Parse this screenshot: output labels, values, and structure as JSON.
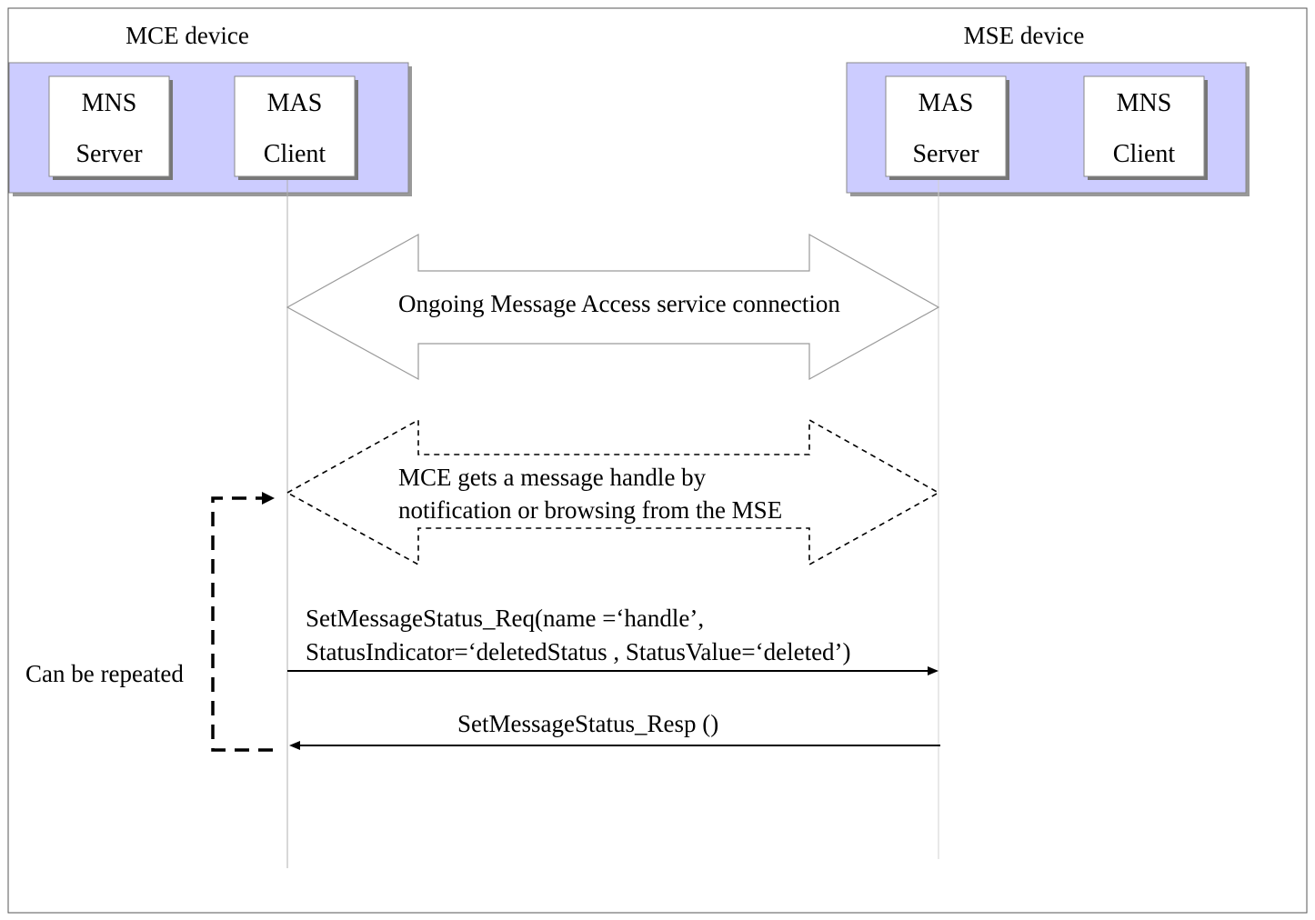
{
  "devices": {
    "left": {
      "title": "MCE device",
      "entities": [
        {
          "line1": "MNS",
          "line2": "Server"
        },
        {
          "line1": "MAS",
          "line2": "Client"
        }
      ]
    },
    "right": {
      "title": "MSE device",
      "entities": [
        {
          "line1": "MAS",
          "line2": "Server"
        },
        {
          "line1": "MNS",
          "line2": "Client"
        }
      ]
    }
  },
  "phases": {
    "connection": "Ongoing Message Access service connection",
    "handle_line1": "MCE gets a message handle by",
    "handle_line2": "notification or browsing from the MSE"
  },
  "messages": {
    "request_line1": "SetMessageStatus_Req(name =‘handle’,",
    "request_line2": "StatusIndicator=‘deletedStatus , StatusValue=‘deleted’)",
    "response": "SetMessageStatus_Resp ()"
  },
  "loop_label": "Can be repeated",
  "colors": {
    "device_fill": "#ccccff",
    "device_shadow": "#999999",
    "lifeline": "#b0b0b0"
  }
}
